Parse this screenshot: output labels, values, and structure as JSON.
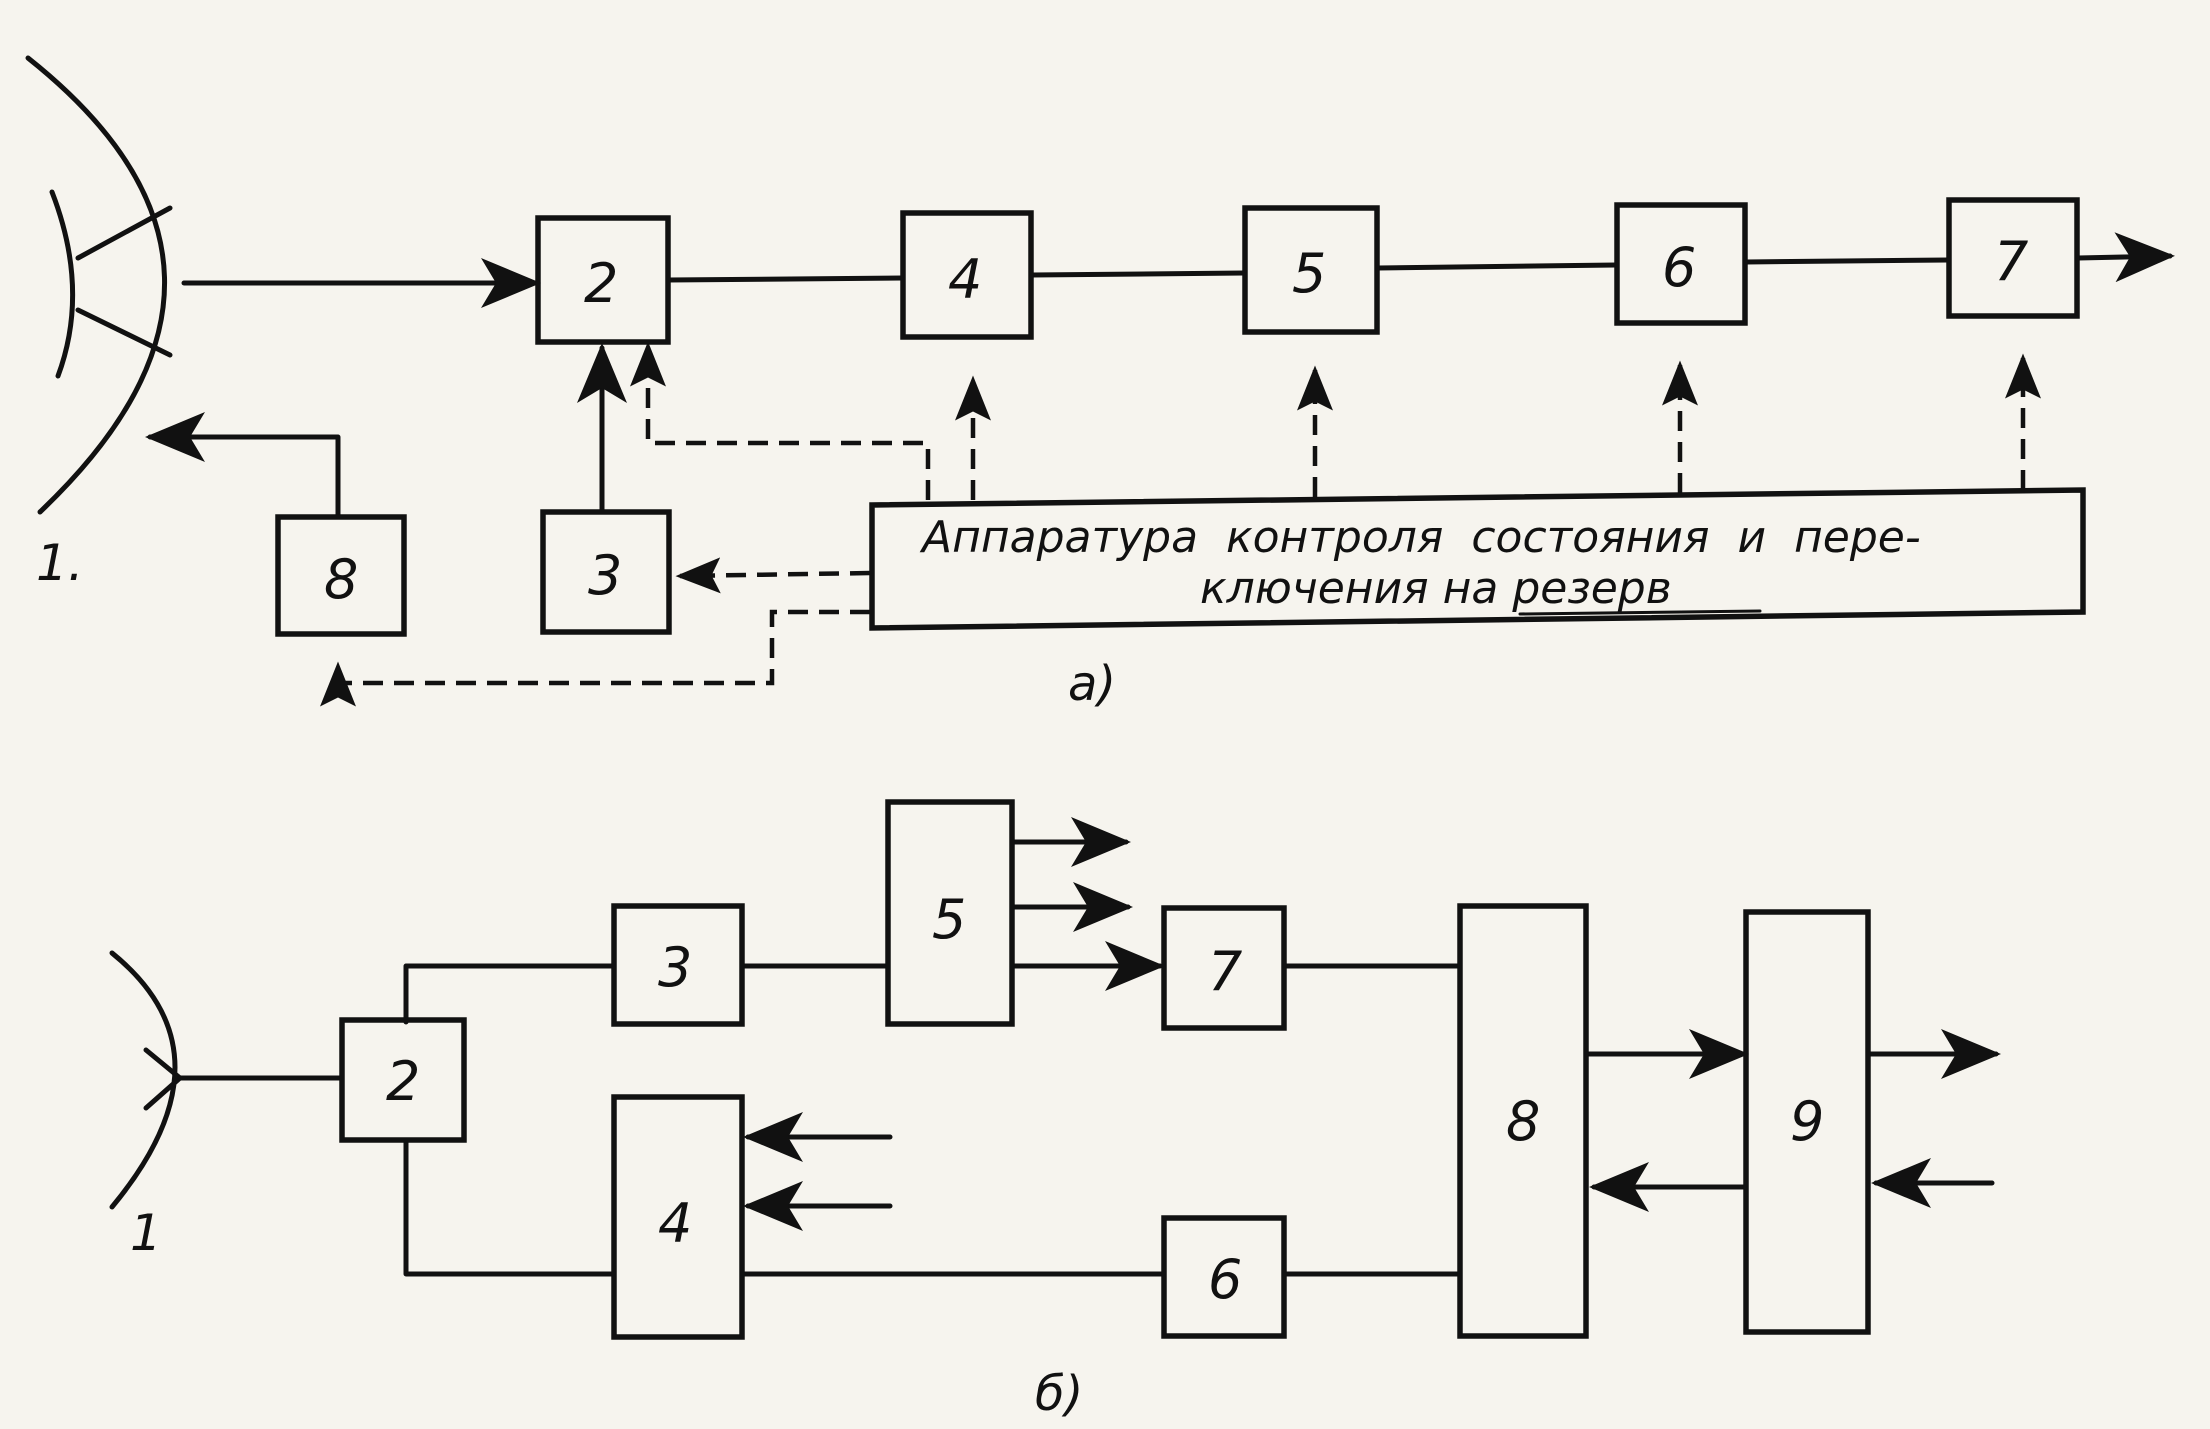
{
  "diagram_a": {
    "caption": "а)",
    "antenna_label": "1.",
    "blocks": {
      "b2": "2",
      "b3": "3",
      "b4": "4",
      "b5": "5",
      "b6": "6",
      "b7": "7",
      "b8": "8"
    },
    "control_line1": "Аппаратура  контроля  состояния  и  пере-",
    "control_line2": "ключения на резерв"
  },
  "diagram_b": {
    "caption": "б)",
    "antenna_label": "1",
    "blocks": {
      "b2": "2",
      "b3": "3",
      "b4": "4",
      "b5": "5",
      "b6": "6",
      "b7": "7",
      "b8": "8",
      "b9": "9"
    }
  }
}
